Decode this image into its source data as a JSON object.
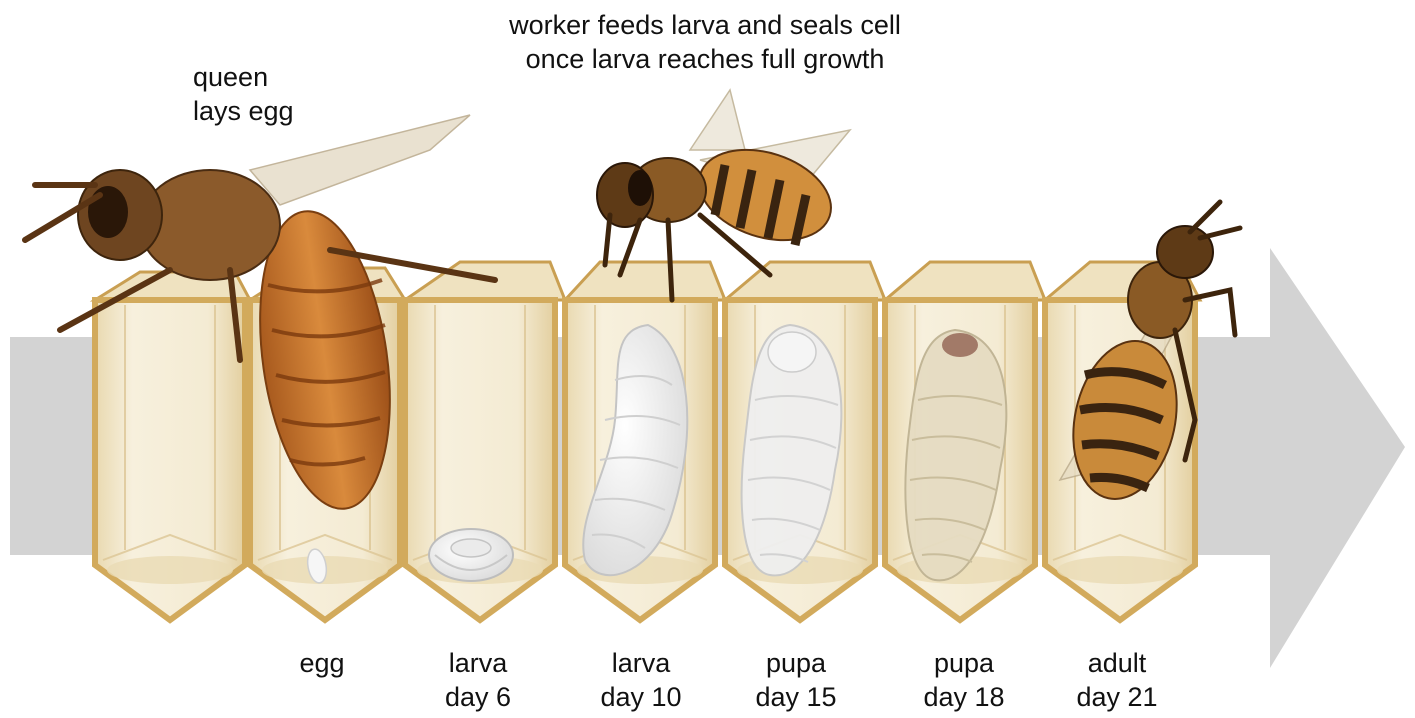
{
  "captions": {
    "queen": [
      "queen",
      "lays egg"
    ],
    "worker": [
      "worker feeds larva and seals cell",
      "once larva reaches full growth"
    ]
  },
  "stages": [
    {
      "line1": "",
      "line2": ""
    },
    {
      "line1": "egg",
      "line2": ""
    },
    {
      "line1": "larva",
      "line2": "day 6"
    },
    {
      "line1": "larva",
      "line2": "day 10"
    },
    {
      "line1": "pupa",
      "line2": "day 15"
    },
    {
      "line1": "pupa",
      "line2": "day 18"
    },
    {
      "line1": "adult",
      "line2": "day 21"
    }
  ],
  "colors": {
    "arrow": "#d3d3d3",
    "cell_fill": "#f3ead4",
    "cell_edge": "#d2aa5c",
    "queen_abdomen": "#c9772e",
    "bee_band": "#3a2410",
    "larva": "#f4f4f4"
  }
}
